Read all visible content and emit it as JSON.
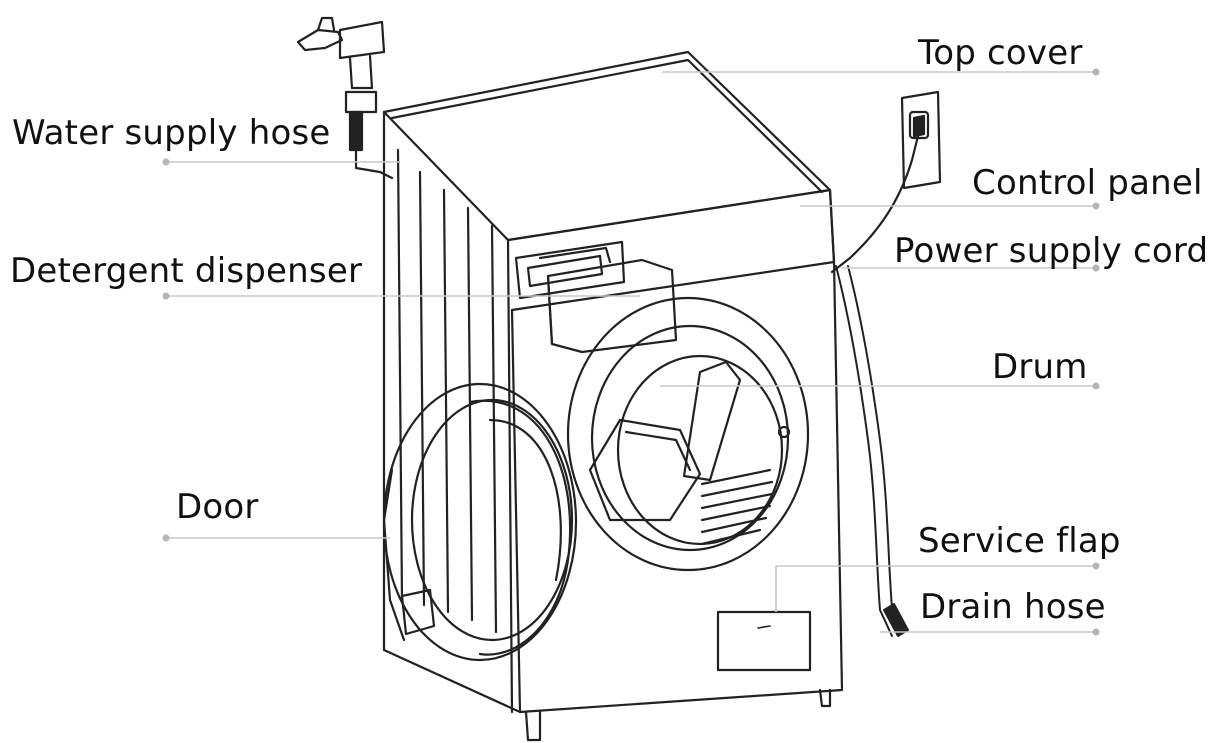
{
  "diagram": {
    "labels": {
      "top_cover": "Top cover",
      "water_supply_hose": "Water supply hose",
      "control_panel": "Control panel",
      "power_supply_cord": "Power supply cord",
      "detergent_dispenser": "Detergent dispenser",
      "drum": "Drum",
      "door": "Door",
      "service_flap": "Service flap",
      "drain_hose": "Drain hose"
    },
    "colors": {
      "outline": "#222222",
      "leader_line": "#c8c8c8",
      "leader_dot": "#b5b5b5",
      "text": "#111111"
    }
  }
}
